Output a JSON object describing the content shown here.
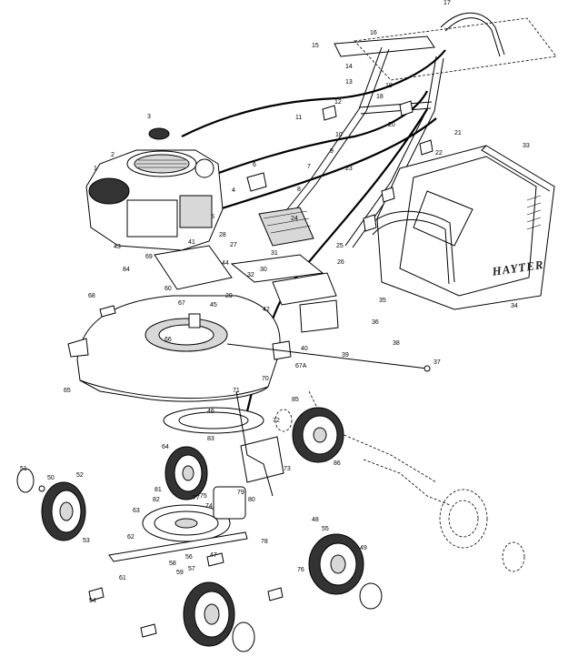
{
  "brand_text": "HAYTER",
  "callouts": [
    "1",
    "2",
    "3",
    "4",
    "5",
    "6",
    "7",
    "8",
    "9",
    "10",
    "11",
    "12",
    "13",
    "14",
    "15",
    "16",
    "17",
    "18",
    "19",
    "20",
    "21",
    "22",
    "23",
    "24",
    "25",
    "26",
    "27",
    "28",
    "29",
    "30",
    "31",
    "32",
    "33",
    "34",
    "35",
    "36",
    "37",
    "38",
    "39",
    "40",
    "41",
    "42",
    "43",
    "44",
    "45",
    "46",
    "47",
    "48",
    "49",
    "50",
    "51",
    "52",
    "53",
    "54",
    "55",
    "56",
    "57",
    "58",
    "59",
    "60",
    "61",
    "62",
    "63",
    "64",
    "65",
    "66",
    "67",
    "67A",
    "68",
    "69",
    "70",
    "71",
    "72",
    "73",
    "74",
    "75",
    "76",
    "77",
    "78",
    "79",
    "80",
    "81",
    "82",
    "83",
    "84",
    "85",
    "86"
  ]
}
